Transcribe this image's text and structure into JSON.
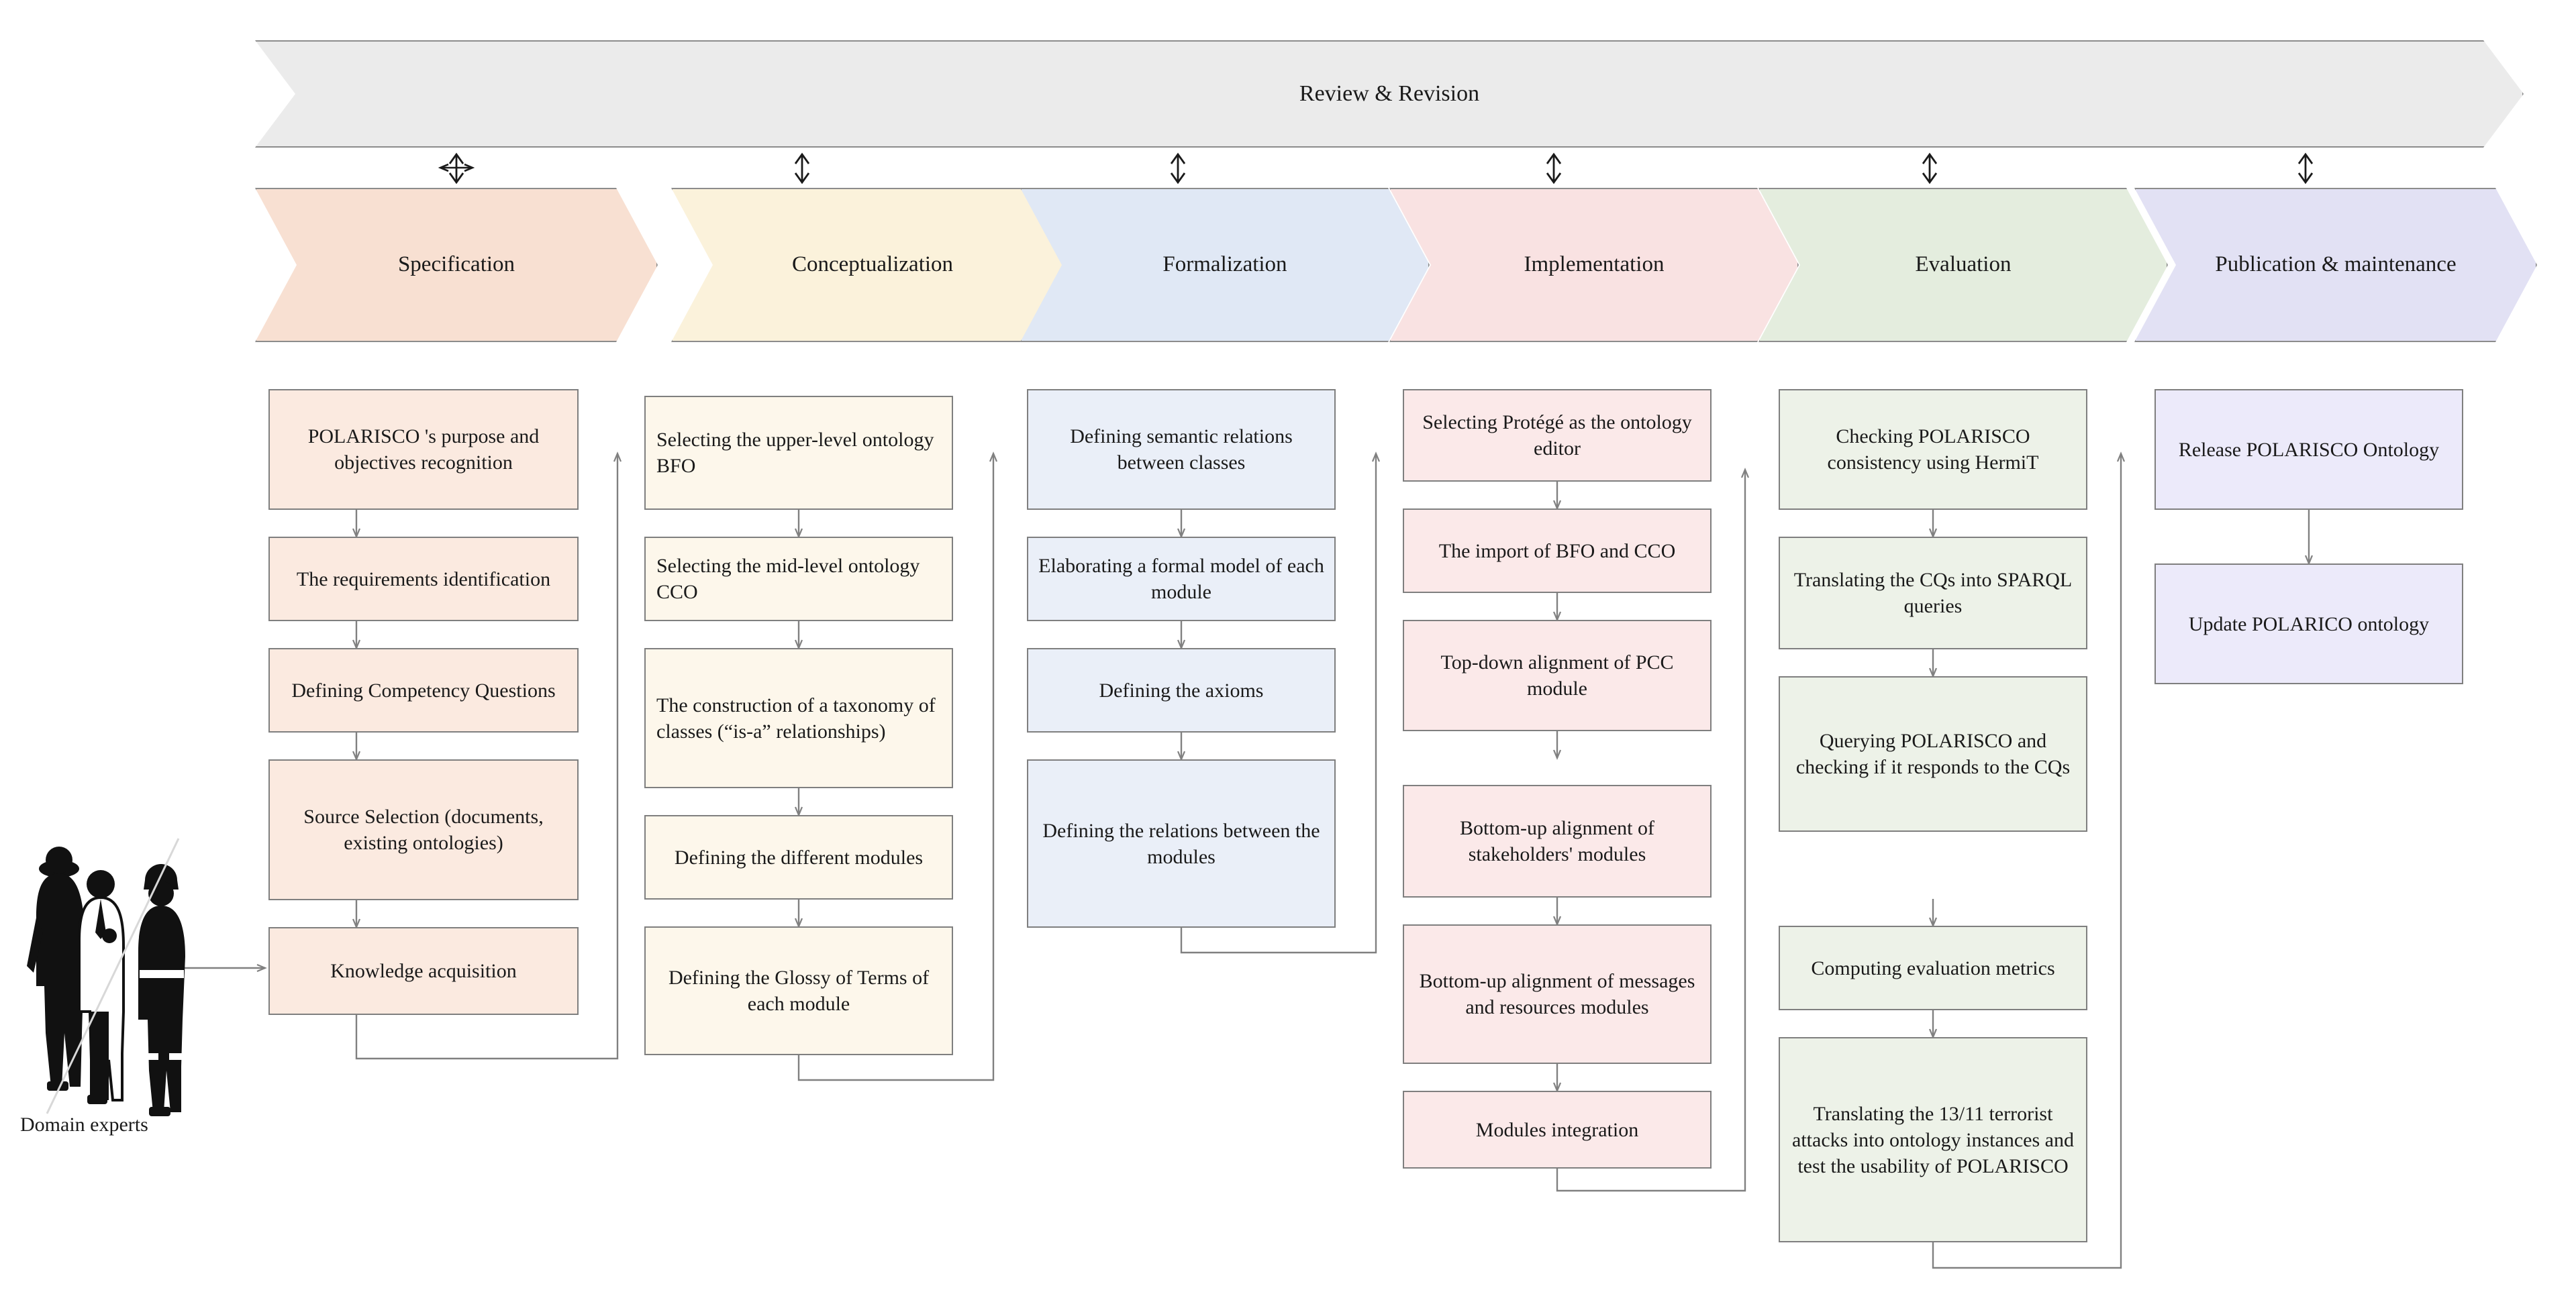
{
  "banner": {
    "label": "Review & Revision",
    "fill": "#ebebeb",
    "stroke": "#8c8c8c"
  },
  "phases": [
    {
      "label": "Specification",
      "fill": "#f8e0d2",
      "box_fill": "#fbeae0"
    },
    {
      "label": "Conceptualization",
      "fill": "#fbf2db",
      "box_fill": "#fdf7eb"
    },
    {
      "label": "Formalization",
      "fill": "#e0e8f5",
      "box_fill": "#eaeff8"
    },
    {
      "label": "Implementation",
      "fill": "#f9e2e2",
      "box_fill": "#fbe9e9"
    },
    {
      "label": "Evaluation",
      "fill": "#e4edde",
      "box_fill": "#edf2e8"
    },
    {
      "label": "Publication & maintenance",
      "fill": "#e2e1f4",
      "box_fill": "#eceafa"
    }
  ],
  "columns": [
    {
      "phase": "Specification",
      "steps": [
        "POLARISCO 's purpose and objectives recognition",
        "The requirements identification",
        "Defining Competency Questions",
        "Source Selection (documents, existing ontologies)",
        "Knowledge acquisition"
      ]
    },
    {
      "phase": "Conceptualization",
      "steps": [
        "Selecting the upper-level ontology BFO",
        "Selecting the mid-level ontology CCO",
        "The construction of a taxonomy of classes (“is-a” relationships)",
        "Defining the different modules",
        "Defining the Glossy of Terms of each module"
      ]
    },
    {
      "phase": "Formalization",
      "steps": [
        "Defining semantic relations between classes",
        "Elaborating a formal model of each module",
        "Defining the axioms",
        "Defining the relations between the modules"
      ]
    },
    {
      "phase": "Implementation",
      "steps": [
        "Selecting Protégé as the ontology editor",
        "The import of BFO and CCO",
        "Top-down alignment of PCC module",
        "Bottom-up alignment of stakeholders' modules",
        "Bottom-up alignment of messages and resources modules",
        "Modules integration"
      ]
    },
    {
      "phase": "Evaluation",
      "steps": [
        "Checking POLARISCO consistency using HermiT",
        "Translating the CQs into SPARQL queries",
        "Querying POLARISCO and checking if it responds to the CQs",
        "Computing evaluation metrics",
        "Translating the 13/11 terrorist attacks into ontology instances and test the usability of POLARISCO"
      ]
    },
    {
      "phase": "Publication & maintenance",
      "steps": [
        "Release POLARISCO Ontology",
        "Update POLARICO ontology"
      ]
    }
  ],
  "actor": {
    "label": "Domain experts",
    "icon": "domain-experts-silhouette"
  },
  "colors": {
    "box_stroke": "#7f7f7f",
    "connector": "#808080",
    "text": "#1a1a1a"
  }
}
